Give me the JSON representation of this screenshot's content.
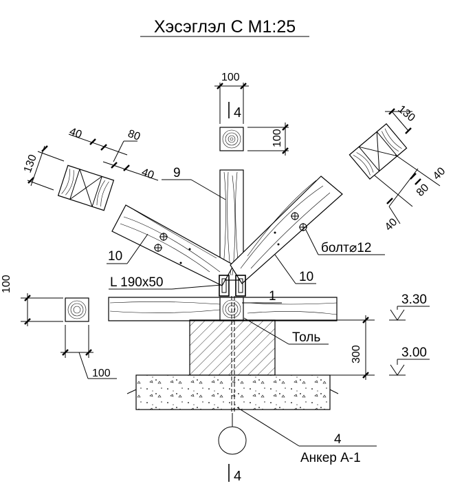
{
  "title": "Хэсэглэл C  M1:25",
  "section_mark": "4",
  "labels": {
    "part_9": "9",
    "part_10_left": "10",
    "part_10_right": "10",
    "part_1": "1",
    "angle": "L 190x50",
    "bolt": "болт⌀12",
    "tol": "Толь",
    "anchor_num": "4",
    "anchor": "Анкер А-1",
    "level_top": "3.30",
    "level_bottom": "3.00"
  },
  "dims": {
    "top_w": "100",
    "top_h": "100",
    "left_a": "40",
    "left_b": "80",
    "left_c": "40",
    "left_h": "130",
    "right_w": "130",
    "right_a": "40",
    "right_b": "80",
    "right_c": "40",
    "low_h": "100",
    "low_w": "100",
    "found_h": "300"
  }
}
